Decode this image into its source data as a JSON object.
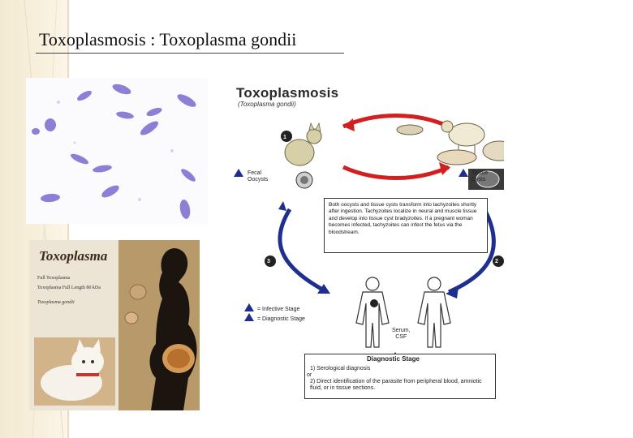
{
  "slide": {
    "title": "Toxoplasmosis : Toxoplasma gondii"
  },
  "diagram": {
    "title": "Toxoplasmosis",
    "subtitle": "(Toxoplasma gondii)",
    "fecal_label": "Fecal\nOocysts",
    "tissue_label": "Tissue\nCysts",
    "step_1": "1",
    "step_2": "2",
    "step_3": "3",
    "info_text": "Both oocysts and tissue cysts transform into tachyzoites shortly after ingestion. Tachyzoites localize in neural and muscle tissue and develop into tissue cyst bradyzoites. If a pregnant woman becomes infected, tachyzoites can infect the fetus via the bloodstream.",
    "legend_infective": "= Infective Stage",
    "legend_diagnostic": "= Diagnostic Stage",
    "serum_label": "Serum,\nCSF",
    "diag_title": "Diagnostic Stage",
    "diag_line1": "1) Serological diagnosis",
    "diag_or": "or",
    "diag_line2": "2) Direct identification of the parasite from peripheral blood, amniotic fluid, or in tissue sections.",
    "arrow_color": "#1f2f8f",
    "red_arrow_color": "#d21f1f"
  },
  "book": {
    "title": "Toxoplasma",
    "line1": "Full Toxoplasma",
    "line2": "Toxoplasma Full Length 80 kDa",
    "line3": "Toxoplasma gondii"
  }
}
